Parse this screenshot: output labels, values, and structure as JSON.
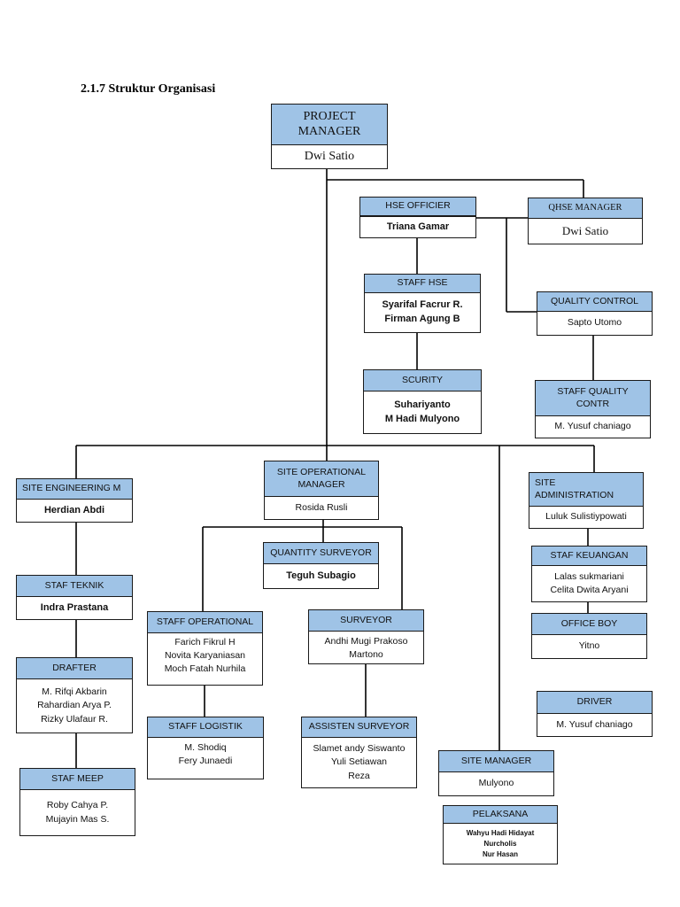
{
  "heading": "2.1.7 Struktur Organisasi",
  "nodes": {
    "project_manager": {
      "title": "PROJECT\nMANAGER",
      "members": [
        "Dwi Satio"
      ]
    },
    "hse_officier": {
      "title": "HSE OFFICIER",
      "members": [
        "Triana Gamar"
      ]
    },
    "qhse_manager": {
      "title": "QHSE MANAGER",
      "members": [
        "Dwi Satio"
      ]
    },
    "staff_hse": {
      "title": "STAFF HSE",
      "members": [
        "Syarifal Facrur R.",
        "Firman Agung B"
      ]
    },
    "quality_control": {
      "title": "QUALITY CONTROL",
      "members": [
        "Sapto Utomo"
      ]
    },
    "scurity": {
      "title": "SCURITY",
      "members": [
        "Suhariyanto",
        "M Hadi Mulyono"
      ]
    },
    "staff_quality_contr": {
      "title": "STAFF QUALITY\nCONTR",
      "members": [
        "M. Yusuf chaniago"
      ]
    },
    "site_engineering": {
      "title": "SITE ENGINEERING M",
      "members": [
        "Herdian Abdi"
      ]
    },
    "site_operational_manager": {
      "title": "SITE OPERATIONAL\nMANAGER",
      "members": [
        "Rosida Rusli"
      ]
    },
    "site_administration": {
      "title": "SITE\nADMINISTRATION",
      "members": [
        "Luluk Sulistiypowati"
      ]
    },
    "quantity_surveyor": {
      "title": "QUANTITY SURVEYOR",
      "members": [
        "Teguh Subagio"
      ]
    },
    "staf_keuangan": {
      "title": "STAF KEUANGAN",
      "members": [
        "Lalas sukmariani",
        "Celita Dwita Aryani"
      ]
    },
    "staf_teknik": {
      "title": "STAF TEKNIK",
      "members": [
        "Indra Prastana"
      ]
    },
    "staff_operational": {
      "title": "STAFF OPERATIONAL",
      "members": [
        "Farich Fikrul H",
        "Novita Karyaniasan",
        "Moch Fatah Nurhila"
      ]
    },
    "surveyor": {
      "title": "SURVEYOR",
      "members": [
        "Andhi Mugi Prakoso",
        "Martono"
      ]
    },
    "office_boy": {
      "title": "OFFICE BOY",
      "members": [
        "Yitno"
      ]
    },
    "drafter": {
      "title": "DRAFTER",
      "members": [
        "M. Rifqi Akbarin",
        "Rahardian Arya P.",
        "Rizky Ulafaur R."
      ]
    },
    "driver": {
      "title": "DRIVER",
      "members": [
        "M. Yusuf chaniago"
      ]
    },
    "staff_logistik": {
      "title": "STAFF LOGISTIK",
      "members": [
        "M. Shodiq",
        "Fery Junaedi"
      ]
    },
    "assisten_surveyor": {
      "title": "ASSISTEN SURVEYOR",
      "members": [
        "Slamet andy Siswanto",
        "Yuli Setiawan",
        "Reza"
      ]
    },
    "site_manager": {
      "title": "SITE MANAGER",
      "members": [
        "Mulyono"
      ]
    },
    "staf_meep": {
      "title": "STAF MEEP",
      "members": [
        "Roby Cahya P.",
        "Mujayin Mas S."
      ]
    },
    "pelaksana": {
      "title": "PELAKSANA",
      "members": [
        "Wahyu Hadi Hidayat",
        "Nurcholis",
        "Nur Hasan"
      ]
    }
  },
  "colors": {
    "header_fill": "#9fc3e6",
    "border": "#1a1a1a",
    "line": "#000000"
  }
}
